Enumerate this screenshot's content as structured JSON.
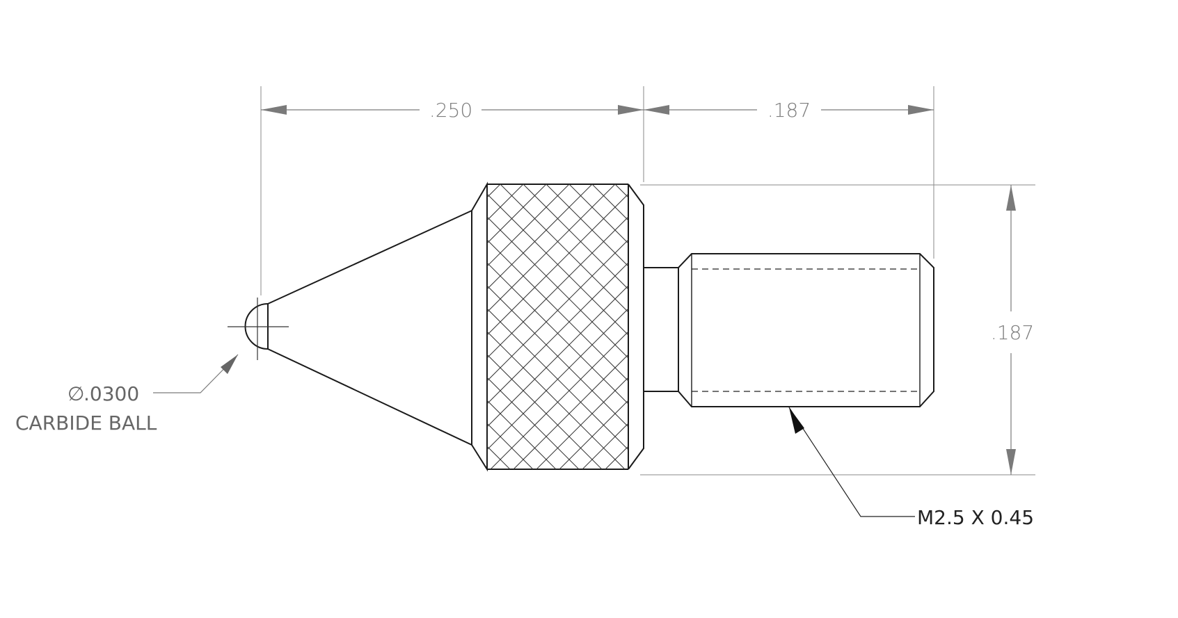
{
  "dimensions": {
    "cone_length": ".250",
    "thread_length": ".187",
    "overall_diameter": ".187"
  },
  "callouts": {
    "ball_diameter_symbol": "∅",
    "ball_diameter_value": ".0300",
    "ball_description": "CARBIDE BALL",
    "thread_spec": "M2.5 X 0.45"
  },
  "colors": {
    "background": "#ffffff",
    "part_outline": "#1a1a1a",
    "dimension": "#7a7a7a"
  }
}
